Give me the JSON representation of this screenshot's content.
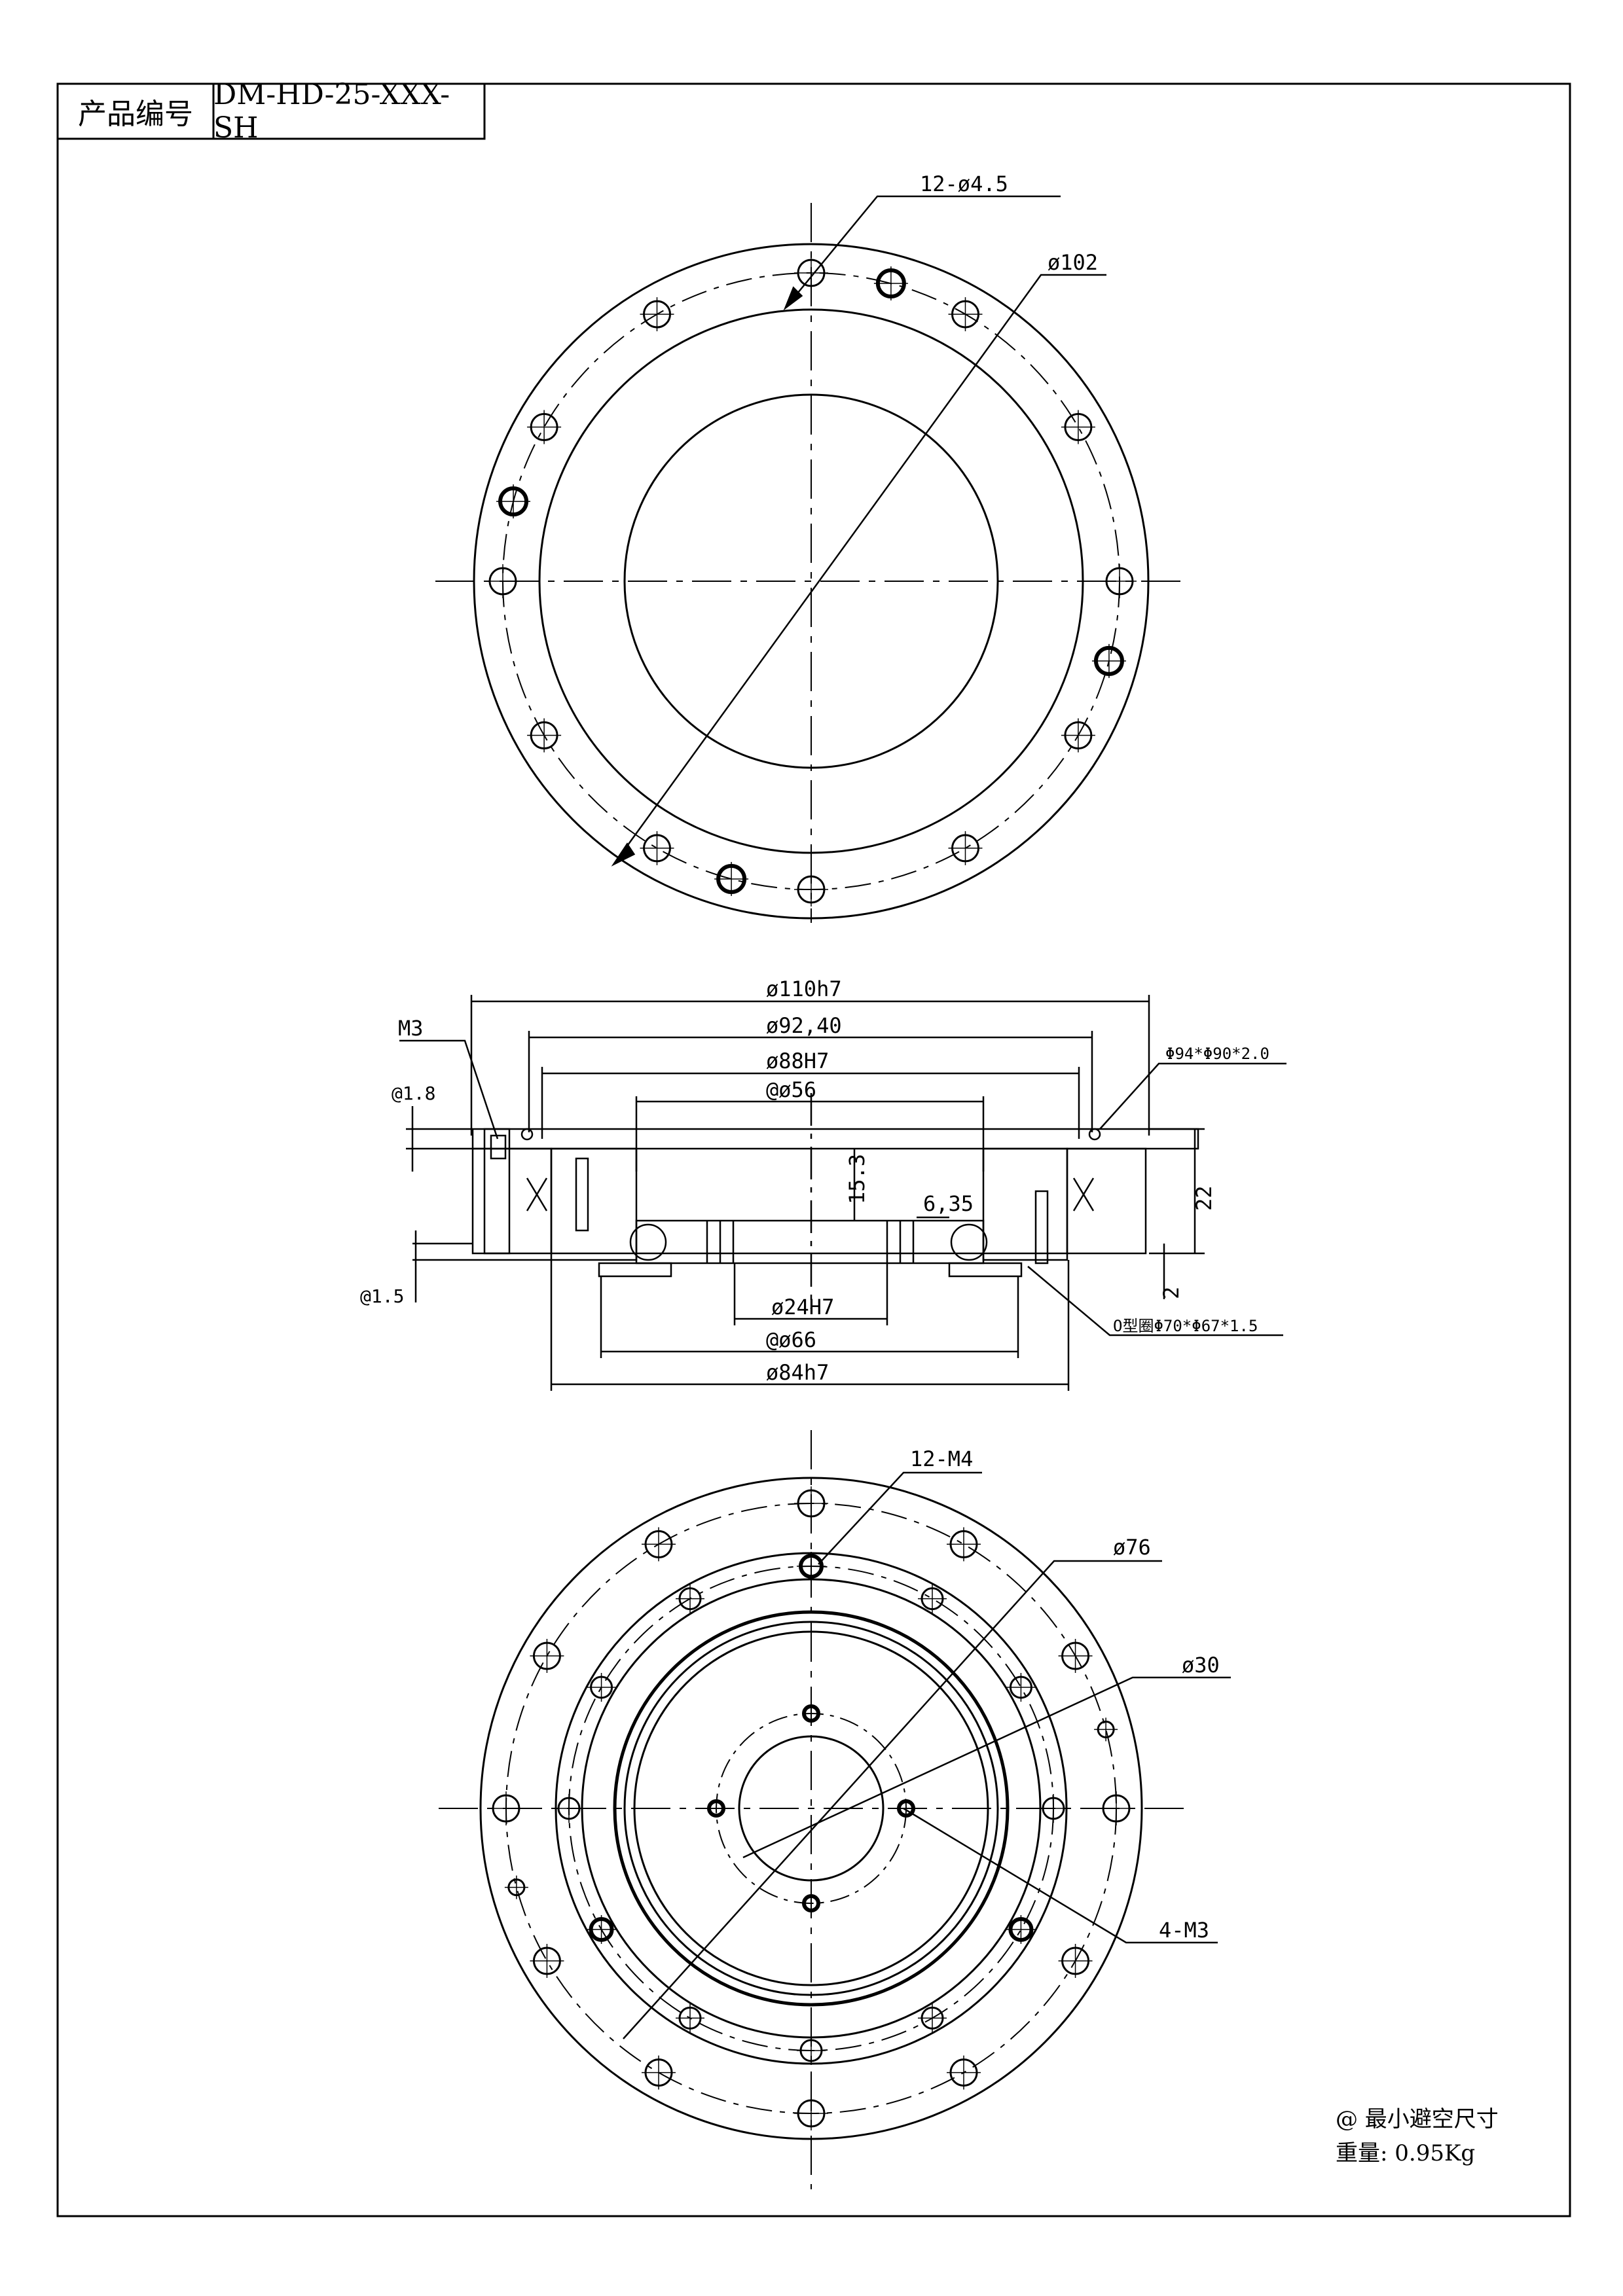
{
  "title_block": {
    "label": "产品编号",
    "value": "DM-HD-25-XXX-SH"
  },
  "top_view": {
    "holes_label": "12-ø4.5",
    "diameter_label": "ø102"
  },
  "section_view": {
    "dim_outer": "ø110h7",
    "dim_9240": "ø92,40",
    "dim_88": "ø88H7",
    "dim_56": "@ø56",
    "dim_153": "15.3",
    "dim_635": "6,35",
    "dim_22": "22",
    "dim_2": "2",
    "dim_24": "ø24H7",
    "dim_66": "@ø66",
    "dim_84": "ø84h7",
    "dim_18": "@1.8",
    "dim_15": "@1.5",
    "m3_label": "M3",
    "oring_top": "Φ94*Φ90*2.0",
    "oring_bottom": "O型圈Φ70*Φ67*1.5"
  },
  "bottom_view": {
    "holes_label": "12-M4",
    "dim_76": "ø76",
    "dim_30": "ø30",
    "m3_label": "4-M3"
  },
  "notes": {
    "line1": "@ 最小避空尺寸",
    "line2": "重量: 0.95Kg"
  }
}
